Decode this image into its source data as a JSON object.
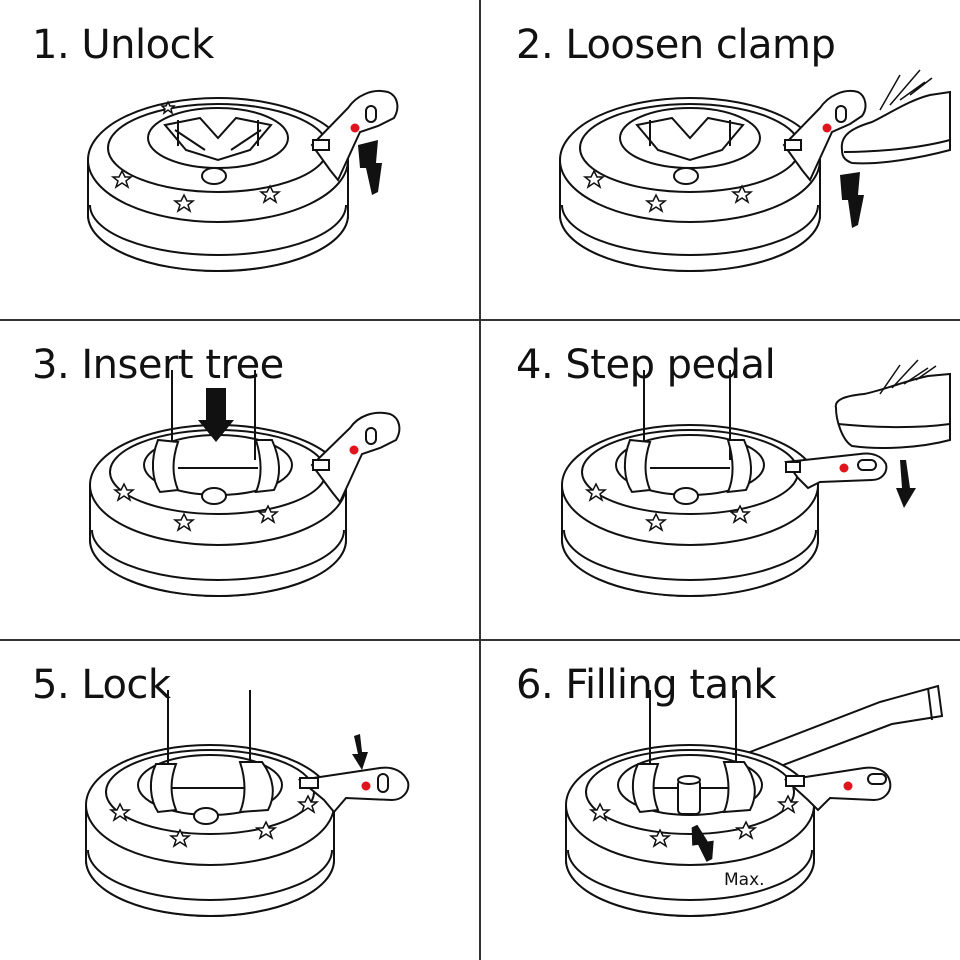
{
  "steps": [
    {
      "title": "1. Unlock"
    },
    {
      "title": "2. Loosen clamp"
    },
    {
      "title": "3. Insert tree"
    },
    {
      "title": "4. Step pedal"
    },
    {
      "title": "5. Lock"
    },
    {
      "title": "6. Filling tank",
      "max_label": "Max."
    }
  ],
  "colors": {
    "line": "#111111",
    "indicator": "#e0141c",
    "arrow": "#111111",
    "background": "#ffffff"
  },
  "icons": [
    "stand-base",
    "star-icon",
    "lever-handle",
    "indicator-dot",
    "up-arrow-icon",
    "down-arrow-icon",
    "shoe-icon",
    "tree-trunk",
    "watering-spout"
  ]
}
